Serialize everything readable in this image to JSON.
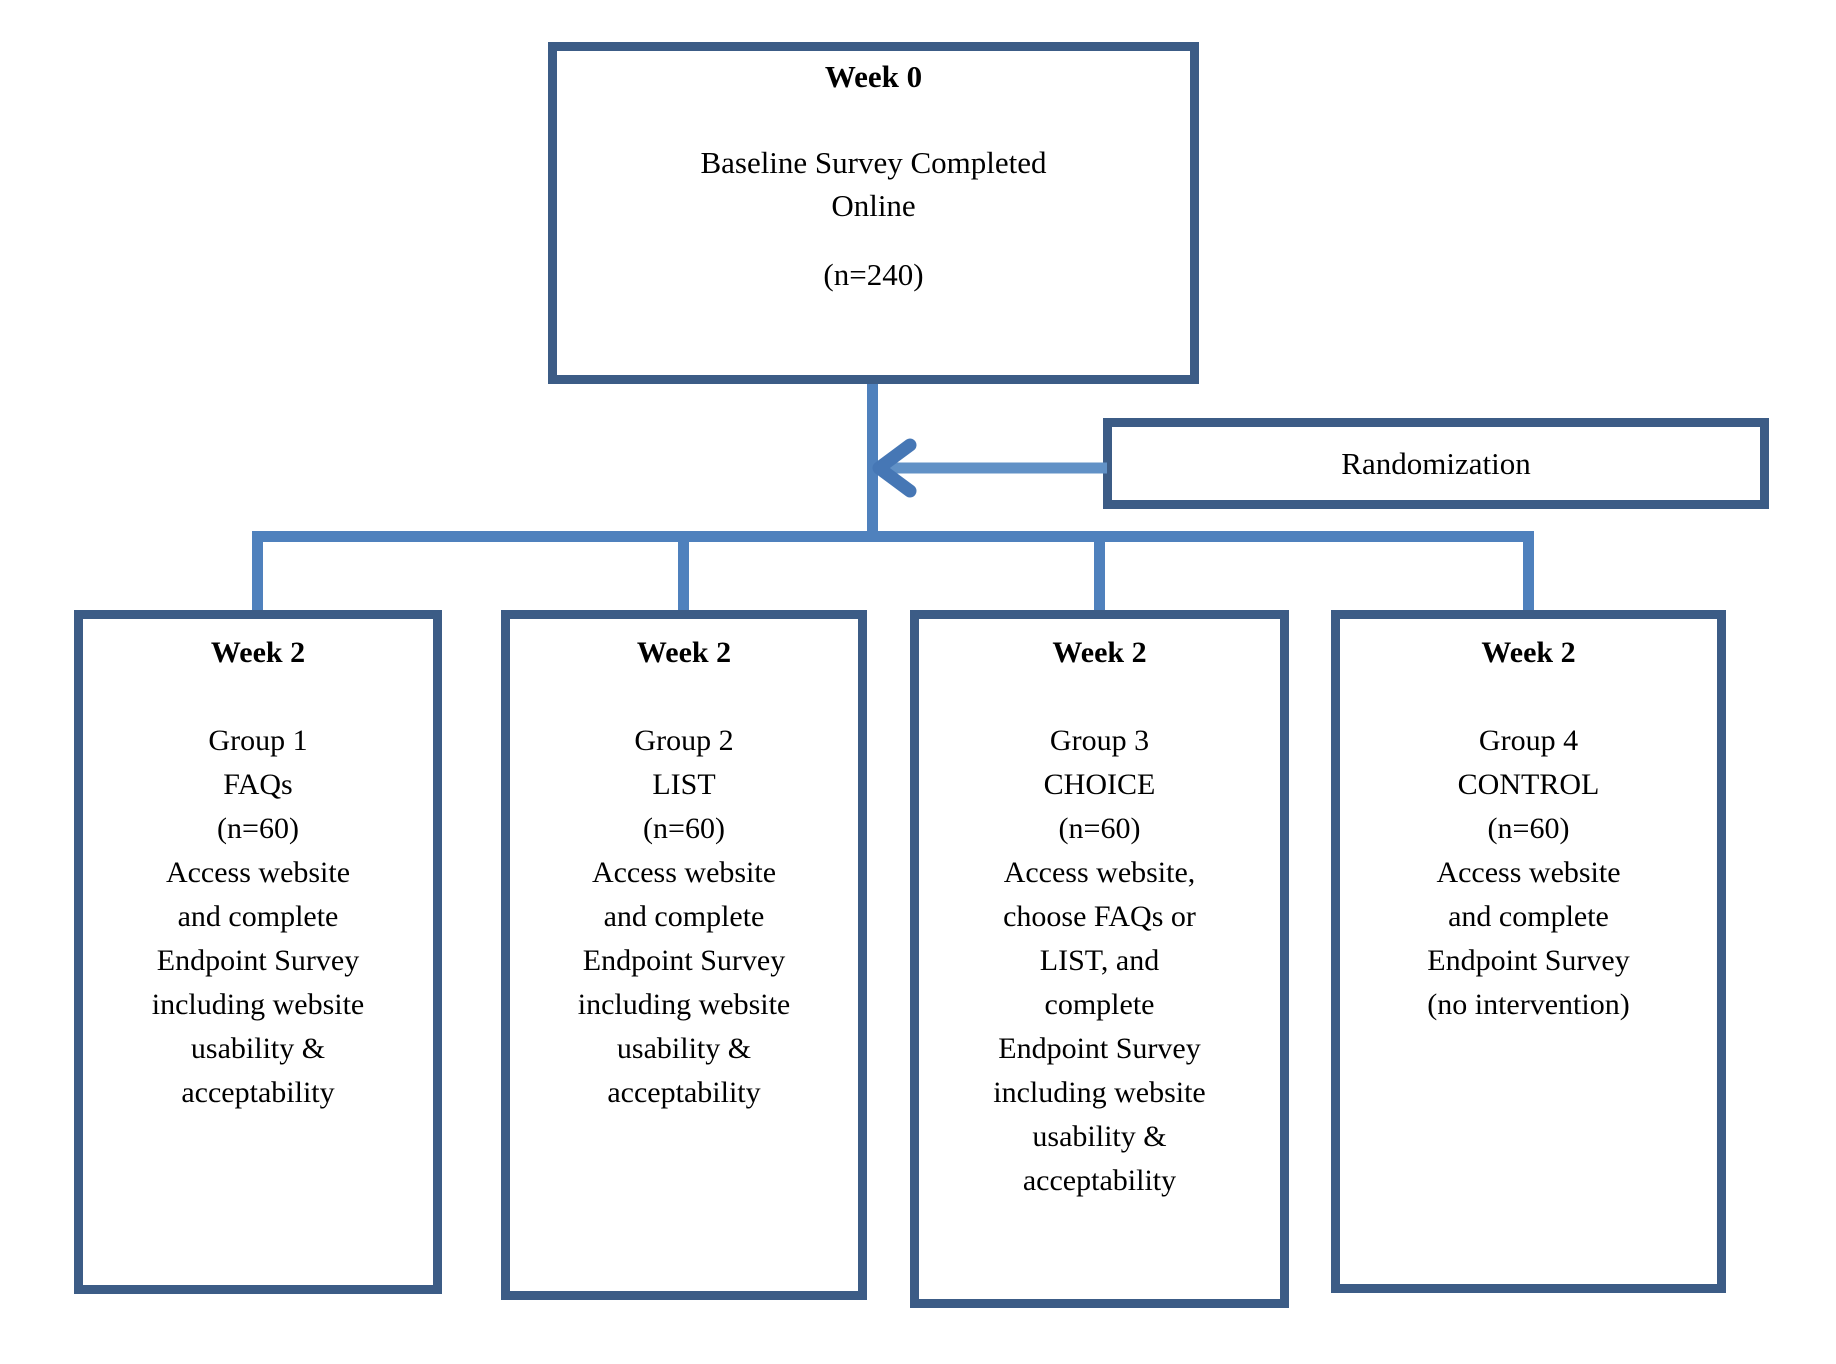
{
  "title_box": {
    "week_label": "Week 0",
    "line1": "Baseline Survey Completed",
    "line2": "Online",
    "n_label": "(n=240)"
  },
  "randomization": {
    "label": "Randomization"
  },
  "groups": [
    {
      "week_label": "Week 2",
      "lines": [
        "Group 1",
        "FAQs",
        "(n=60)",
        "Access website",
        "and complete",
        "Endpoint Survey",
        "including website",
        "usability &",
        "acceptability"
      ]
    },
    {
      "week_label": "Week 2",
      "lines": [
        "Group 2",
        "LIST",
        "(n=60)",
        "Access website",
        "and complete",
        "Endpoint Survey",
        "including website",
        "usability &",
        "acceptability"
      ]
    },
    {
      "week_label": "Week 2",
      "lines": [
        "Group 3",
        "CHOICE",
        "(n=60)",
        "Access website,",
        "choose FAQs or",
        "LIST, and",
        "complete",
        "Endpoint Survey",
        "including website",
        "usability &",
        "acceptability"
      ]
    },
    {
      "week_label": "Week 2",
      "lines": [
        "Group 4",
        "CONTROL",
        "(n=60)",
        "Access website",
        "and complete",
        "Endpoint Survey",
        "(no intervention)"
      ]
    }
  ],
  "colors": {
    "box_border": "#3C5C86",
    "connector": "#4F81BD",
    "arrow_head": "#4677B5",
    "arrow_shaft": "#6191C6",
    "text": "#000000",
    "background": "#FFFFFF"
  }
}
